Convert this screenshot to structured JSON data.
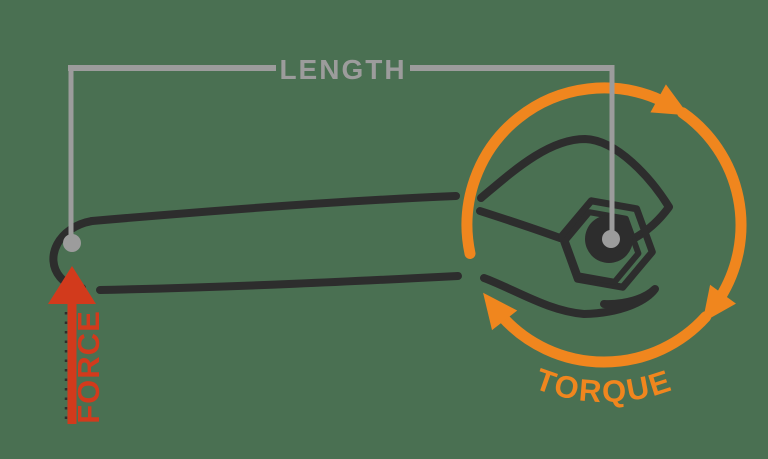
{
  "title": "Torque wrench diagram",
  "colors": {
    "background": "#4a7052",
    "wrench": "#2d2d2d",
    "orange": "#f0861e",
    "red": "#d23a1c",
    "gray": "#9c9c9c"
  },
  "labels": {
    "length": "LENGTH",
    "force": "FORCE",
    "torque": "TORQUE"
  },
  "diagram": {
    "type": "physics-illustration",
    "subject": "torque produced by a force applied at a length along a wrench turning a hex nut",
    "elements": [
      "wrench-outline",
      "hex-nut",
      "length-dimension-line",
      "force-arrow",
      "torque-rotation-arrow"
    ],
    "torque_rotation": "clockwise",
    "force_direction": "up"
  }
}
